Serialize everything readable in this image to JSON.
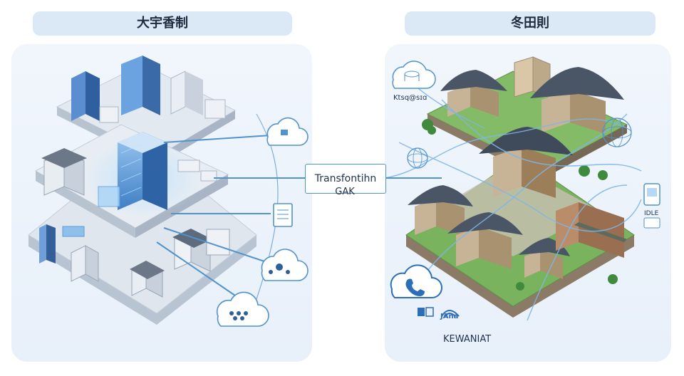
{
  "panels": {
    "left_title": "大宇香制",
    "right_title": "冬田則"
  },
  "center": {
    "label": "Transfontihn",
    "sublabel": "GAK"
  },
  "labels": {
    "cloud_tag": "Ktsq@sɪɑ",
    "brand_small": "JAna",
    "brand_bottom": "KEWANIAT",
    "device_tag": "IDLE"
  },
  "colors": {
    "accent": "#4f93cf",
    "panel_bg": "#eaf2fb",
    "title_pill": "#dbe9f7",
    "roof": "#4a5566",
    "grass": "#6aa84f",
    "glass": "#6aa7e3"
  }
}
